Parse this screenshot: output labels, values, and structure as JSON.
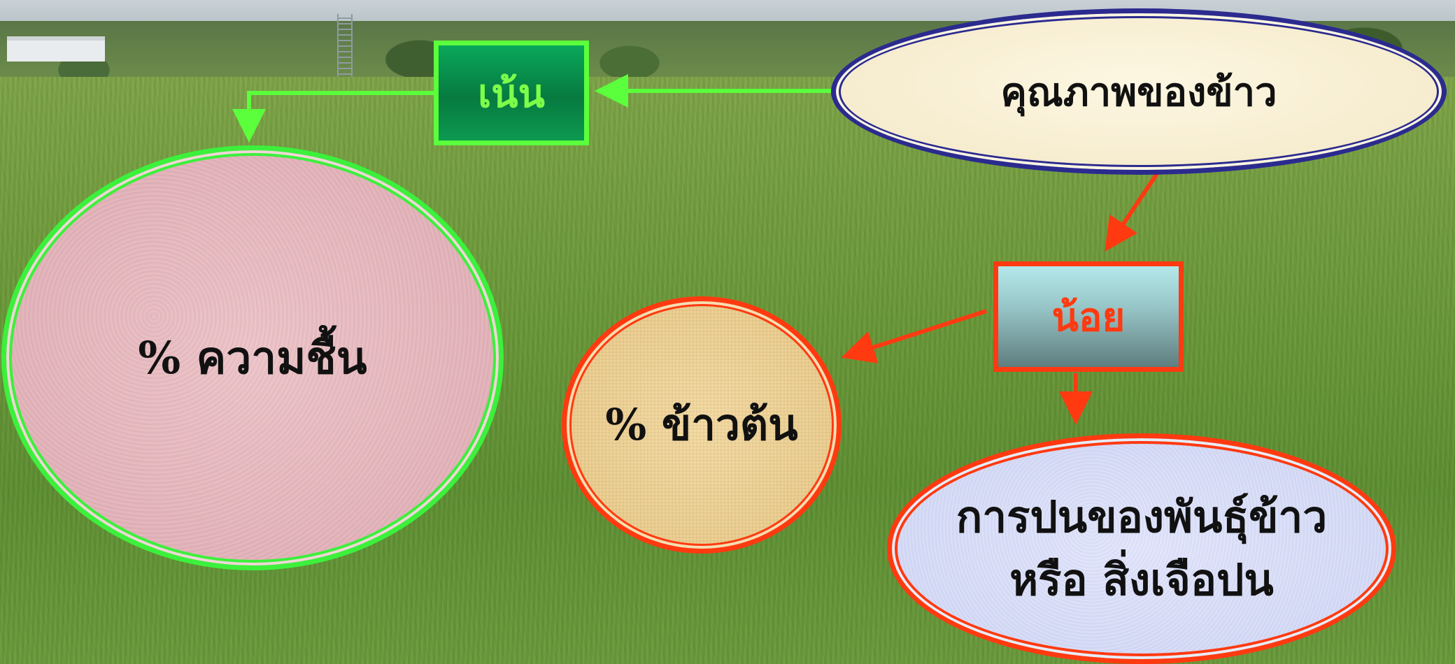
{
  "diagram": {
    "quality_label": "คุณภาพของข้าว",
    "emphasis_label": "เน้น",
    "moisture_label": "% ความชื้น",
    "little_label": "น้อย",
    "head_rice_label": "% ข้าวต้น",
    "mixture_line1": "การปนของพันธุ์ข้าว",
    "mixture_line2": "หรือ สิ่งเจือปน"
  },
  "colors": {
    "green_arrow": "#5bff3b",
    "red_arrow": "#ff3a10",
    "quality_border": "#2b2b8f"
  }
}
